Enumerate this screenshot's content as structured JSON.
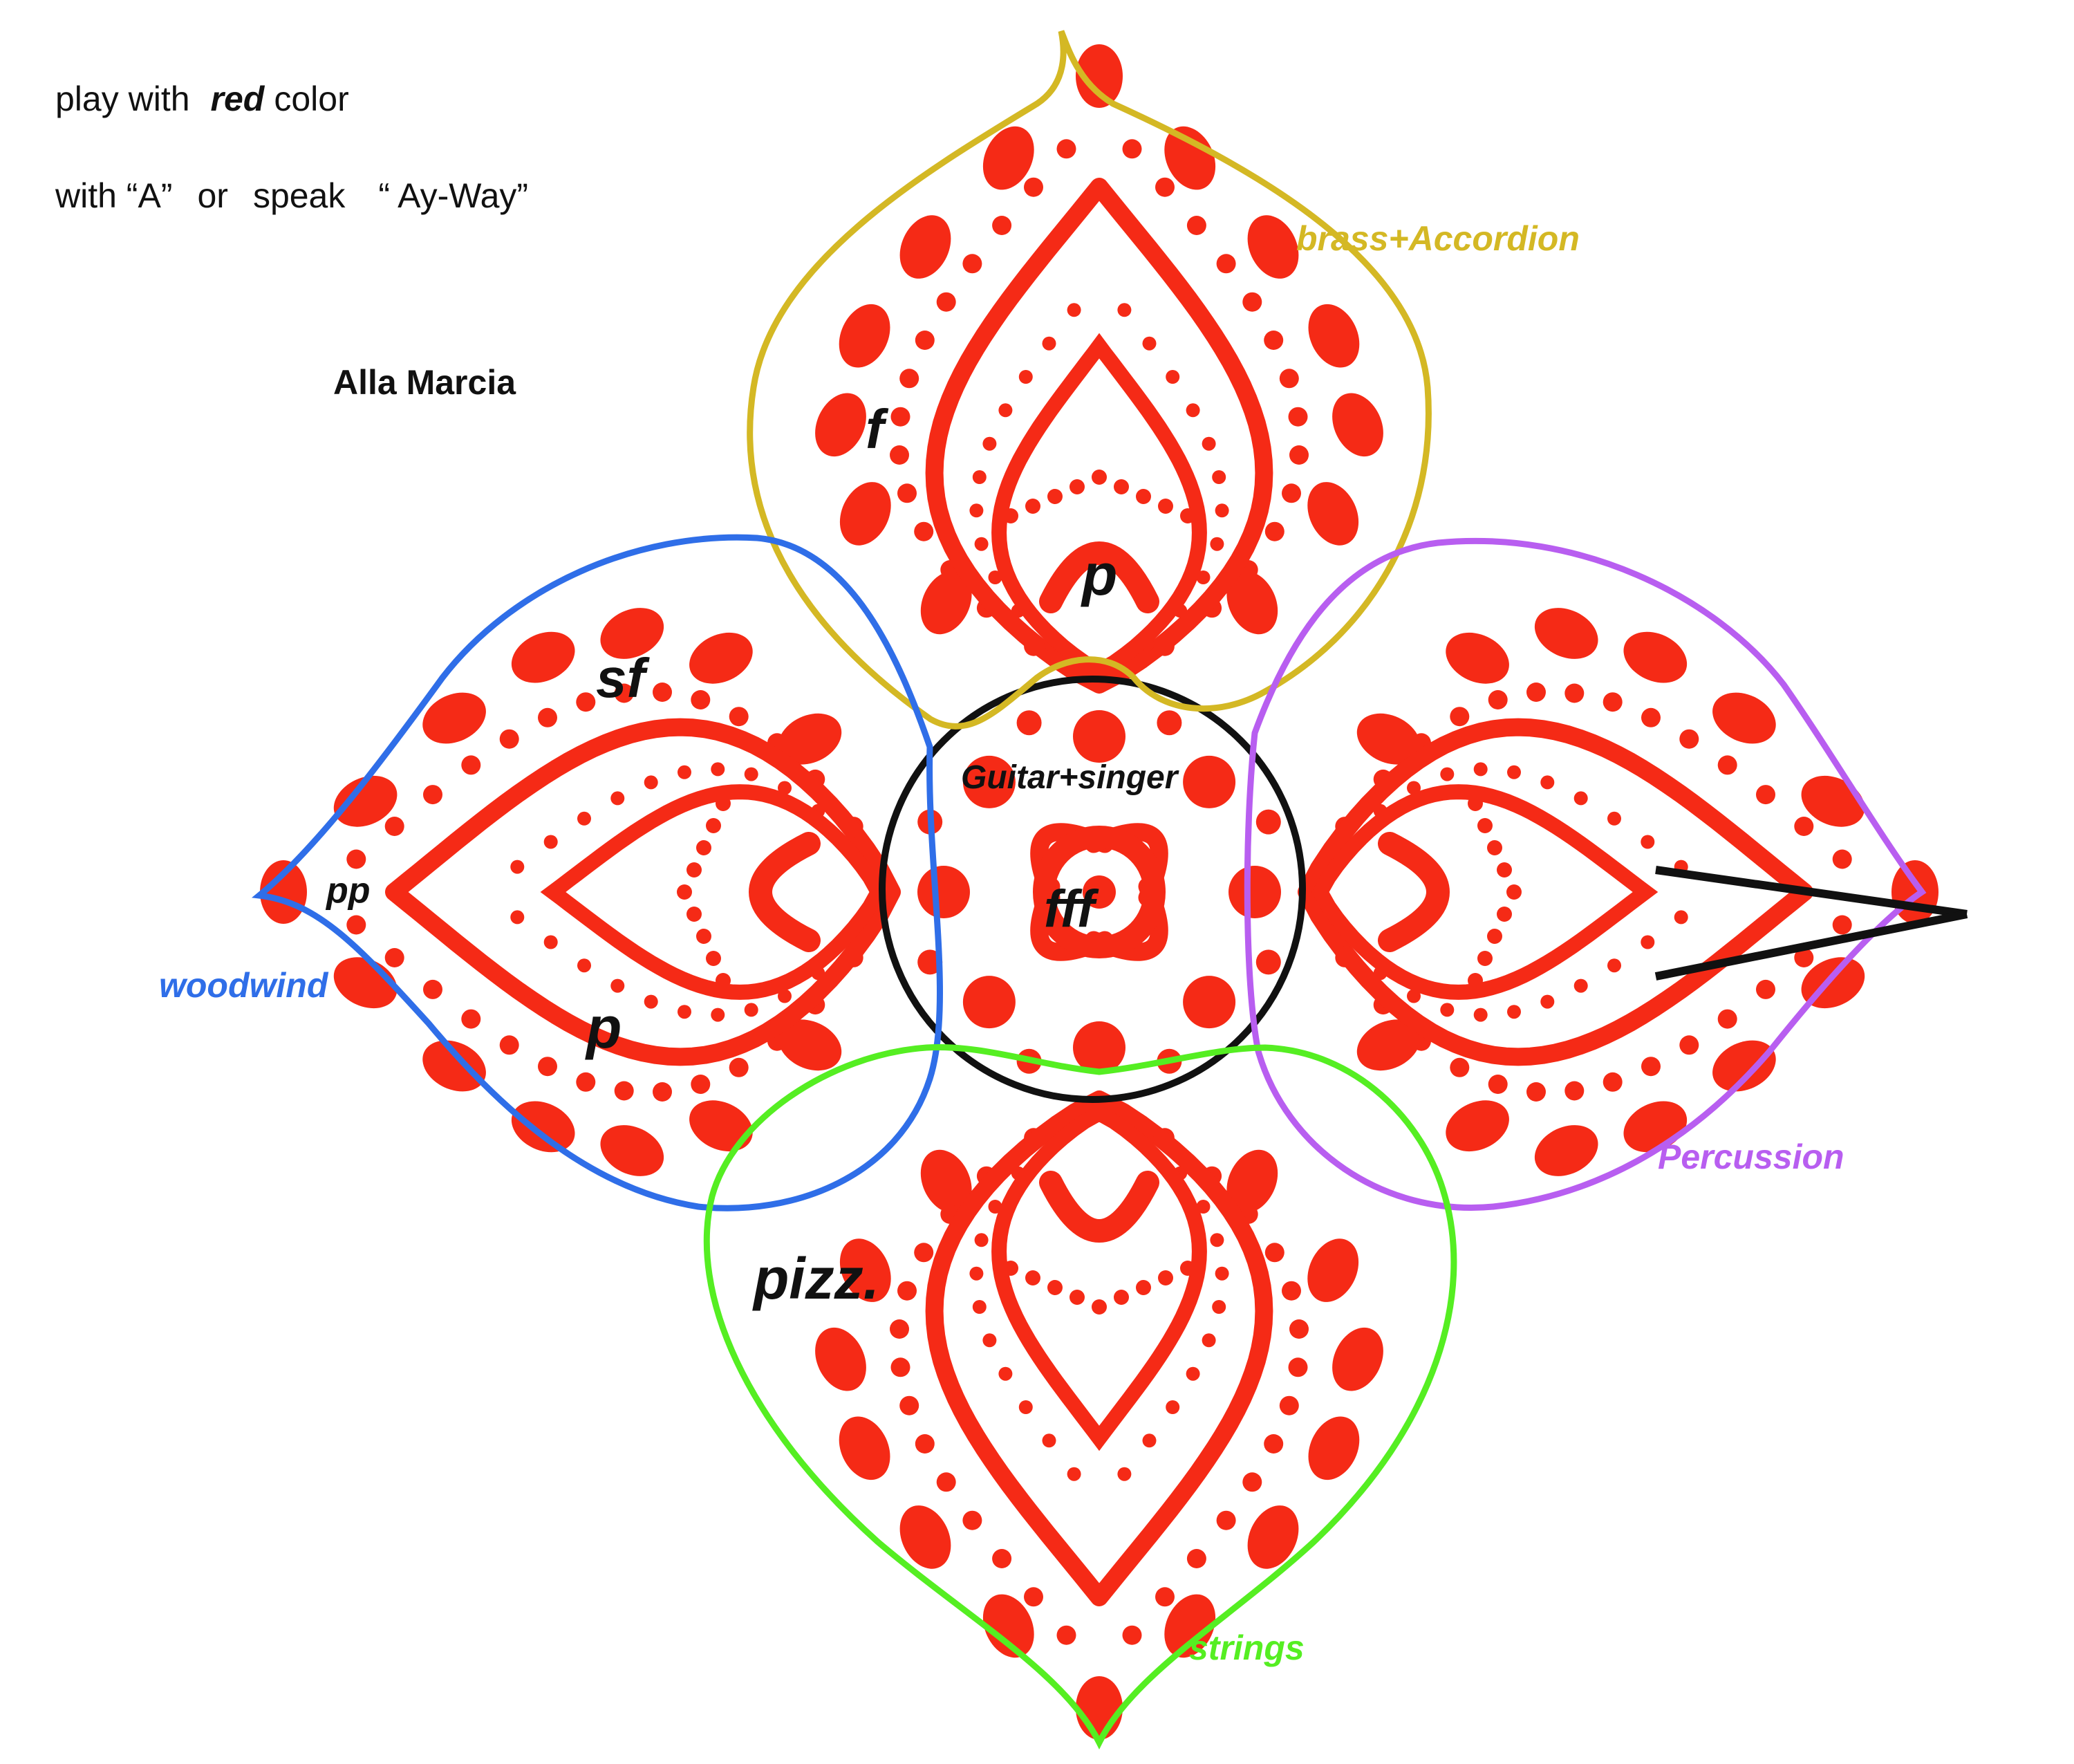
{
  "instructions": {
    "line1_prefix": "play with",
    "line1_emph": "red",
    "line1_suffix": "color",
    "line2_part1": "with “A”",
    "line2_part2": "or",
    "line2_part3": "speak",
    "line2_part4": "“ Ay-Way”"
  },
  "tempo": "Alla Marcia",
  "instrument_labels": {
    "top": "brass+Accordion",
    "left": "woodwind",
    "right": "Percussion",
    "bottom": "strings",
    "center": "Guitar+singer"
  },
  "dynamics": {
    "top_outer": "f",
    "top_inner": "p",
    "left_upper": "sf",
    "left_tip": "pp",
    "left_lower": "p",
    "center": "fff",
    "bottom": "pizz."
  },
  "colors": {
    "mandala_red": "#f52a16",
    "brass": "#d4b824",
    "woodwind": "#2f6ee8",
    "percussion": "#b85ef0",
    "strings": "#55ee22",
    "ink": "#111111"
  }
}
